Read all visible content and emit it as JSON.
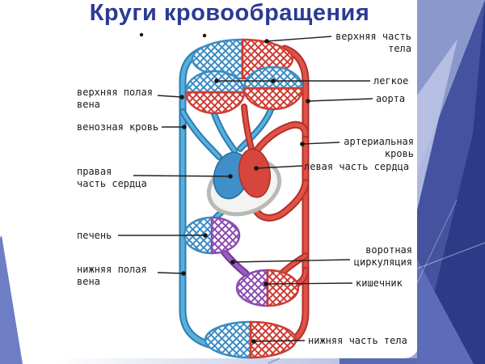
{
  "slide": {
    "title": "Круги кровообращения"
  },
  "labels": {
    "upper_body": [
      "верхняя часть",
      "тела"
    ],
    "lung": [
      "легкое"
    ],
    "aorta": [
      "аорта"
    ],
    "arterial_blood": [
      "артериальная",
      "кровь"
    ],
    "left_heart": [
      "левая часть сердца"
    ],
    "portal_circulation": [
      "воротная",
      "циркуляция"
    ],
    "intestine": [
      "кишечник"
    ],
    "lower_body": [
      "нижняя часть тела"
    ],
    "superior_vena_cava": [
      "верхняя полая",
      "вена"
    ],
    "venous_blood": [
      "венозная кровь"
    ],
    "right_heart": [
      "правая",
      "часть сердца"
    ],
    "liver": [
      "печень"
    ],
    "inferior_vena_cava": [
      "нижняя полая",
      "вена"
    ]
  },
  "colors": {
    "title": "#2b3a93",
    "label_text": "#1b1b1b",
    "venous_blue": "#3a8cc4",
    "arterial_red": "#cf3b33",
    "portal_purple": "#8a4bb0",
    "band_dark": "#2c3a88",
    "band_medium": "#5d6cb8",
    "band_light": "#8b98cc",
    "wedge_blue": "#6e7ec4"
  }
}
